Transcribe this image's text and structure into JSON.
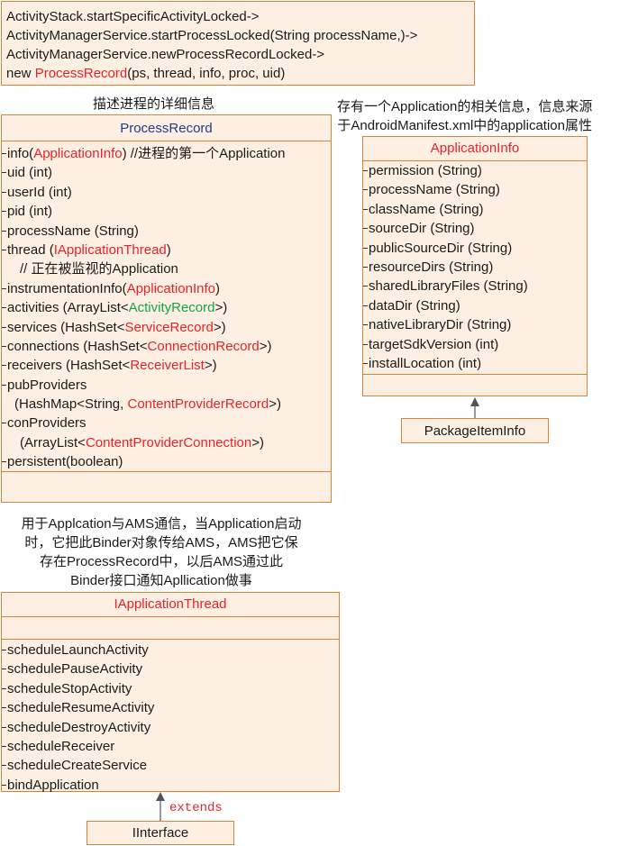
{
  "call_chain": {
    "line1": "ActivityStack.startSpecificActivityLocked->",
    "line2": "ActivityManagerService.startProcessLocked(String processName,)->",
    "line3": "ActivityManagerService.newProcessRecordLocked->",
    "line4_prefix": "new ",
    "line4_class": "ProcessRecord",
    "line4_suffix": "(ps, thread, info, proc, uid)"
  },
  "process_record": {
    "caption": "描述进程的详细信息",
    "title": "ProcessRecord",
    "fields": {
      "info_pre": "info(",
      "info_type": "ApplicationInfo",
      "info_post": ") //进程的第一个Application",
      "uid": "uid (int)",
      "userId": "userId (int)",
      "pid": "pid (int)",
      "processName": "processName (String)",
      "thread_pre": "thread (",
      "thread_type": "IApplicationThread",
      "thread_post": ")",
      "thread_comment": "// 正在被监视的Application",
      "instr_pre": "instrumentationInfo(",
      "instr_type": "ApplicationInfo",
      "instr_post": ")",
      "activities_pre": "activities (ArrayList<",
      "activities_type": "ActivityRecord",
      "activities_post": ">)",
      "services_pre": "services (HashSet<",
      "services_type": "ServiceRecord",
      "services_post": ">)",
      "connections_pre": "connections (HashSet<",
      "connections_type": "ConnectionRecord",
      "connections_post": ">)",
      "receivers_pre": "receivers (HashSet<",
      "receivers_type": "ReceiverList",
      "receivers_post": ">)",
      "pubProviders": "pubProviders",
      "pubProviders2_pre": "(HashMap<String, ",
      "pubProviders2_type": "ContentProviderRecord",
      "pubProviders2_post": ">)",
      "conProviders": "conProviders",
      "conProviders2_pre": "(ArrayList<",
      "conProviders2_type": "ContentProviderConnection",
      "conProviders2_post": ">)",
      "persistent": "persistent(boolean)"
    }
  },
  "application_info": {
    "caption_line1": "存有一个Application的相关信息，信息来源",
    "caption_line2": "于AndroidManifest.xml中的application属性",
    "title": "ApplicationInfo",
    "fields": [
      "permission (String)",
      "processName (String)",
      "className (String)",
      "sourceDir (String)",
      "publicSourceDir (String)",
      "resourceDirs (String)",
      "sharedLibraryFiles (String)",
      "dataDir (String)",
      "nativeLibraryDir (String)",
      "targetSdkVersion (int)",
      "installLocation (int)"
    ],
    "parent": "PackageItemInfo"
  },
  "iapplication_thread": {
    "caption_line1": "用于Applcation与AMS通信，当Application启动",
    "caption_line2": "时，它把此Binder对象传给AMS，AMS把它保",
    "caption_line3": "存在ProcessRecord中，以后AMS通过此",
    "caption_line4": "Binder接口通知Apllication做事",
    "title": "IApplicationThread",
    "methods": [
      "scheduleLaunchActivity",
      "schedulePauseActivity",
      "scheduleStopActivity",
      "scheduleResumeActivity",
      "scheduleDestroyActivity",
      "scheduleReceiver",
      "scheduleCreateService",
      "bindApplication"
    ],
    "extends_label": "extends",
    "parent": "IInterface"
  },
  "colors": {
    "box_fill": "#fdf0e3",
    "box_border": "#d9823a",
    "highlight_red": "#e8222a",
    "highlight_green": "#16a34a",
    "title_navy": "#1f3a93"
  }
}
